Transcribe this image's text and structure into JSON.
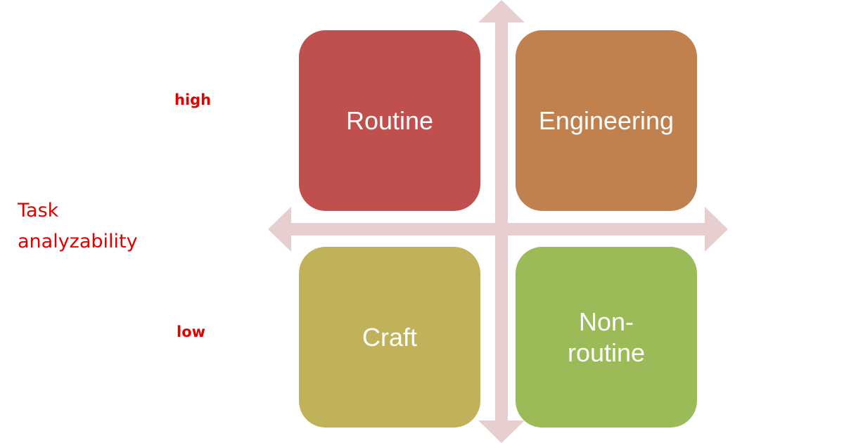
{
  "diagram": {
    "y_axis": {
      "title_lines": [
        "Task",
        "analyzability"
      ],
      "high_label": "high",
      "low_label": "low"
    },
    "quadrants": {
      "top_left": {
        "label": "Routine",
        "color": "#c0504d"
      },
      "top_right": {
        "label": "Engineering",
        "color": "#c0814f"
      },
      "bottom_left": {
        "label": "Craft",
        "color": "#c0b25a"
      },
      "bottom_right": {
        "label": "Non-routine",
        "label_lines": [
          "Non-",
          "routine"
        ],
        "color": "#9bbb59"
      }
    },
    "axis_color": "#e8cfcf"
  }
}
